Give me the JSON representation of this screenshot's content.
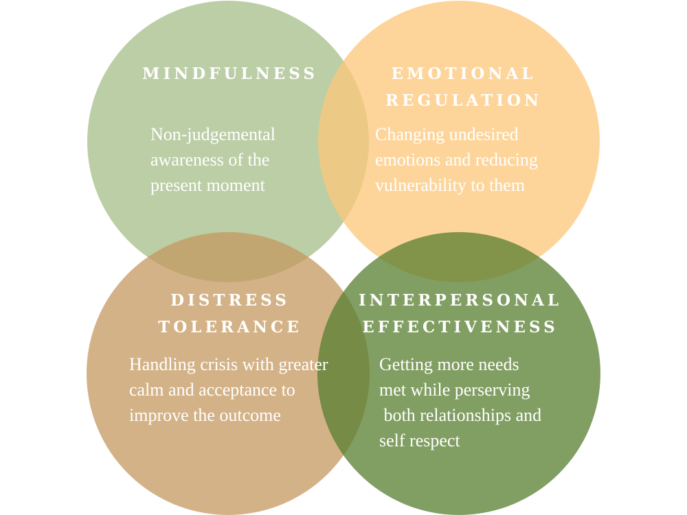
{
  "colors": {
    "mindfulness": "#a6be88",
    "emotional_regulation": "#fcc77a",
    "distress_tolerance": "#c4985f",
    "interpersonal_effectiveness": "#577e2f"
  },
  "quadrants": [
    {
      "title": "MINDFULNESS",
      "description": "Non-judgemental\nawareness of the\npresent moment"
    },
    {
      "title": "EMOTIONAL\nREGULATION",
      "description": "Changing undesired\nemotions and reducing\nvulnerability to them"
    },
    {
      "title": "DISTRESS\nTOLERANCE",
      "description": "Handling crisis with greater\ncalm and acceptance to\nimprove the outcome"
    },
    {
      "title": "INTERPERSONAL\nEFFECTIVENESS",
      "description": "Getting more needs\nmet while perserving\n both relationships and\nself respect"
    }
  ]
}
